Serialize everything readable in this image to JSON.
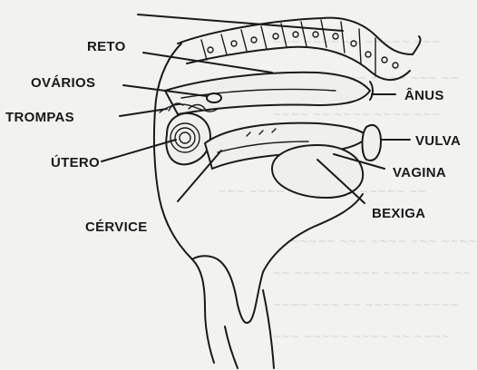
{
  "diagram": {
    "labels": {
      "reto": "RETO",
      "ovarios": "OVÁRIOS",
      "trompas": "TROMPAS",
      "utero": "ÚTERO",
      "cervice": "CÉRVICE",
      "anus": "ÂNUS",
      "vulva": "VULVA",
      "vagina": "VAGINA",
      "bexiga": "BEXIGA"
    }
  }
}
